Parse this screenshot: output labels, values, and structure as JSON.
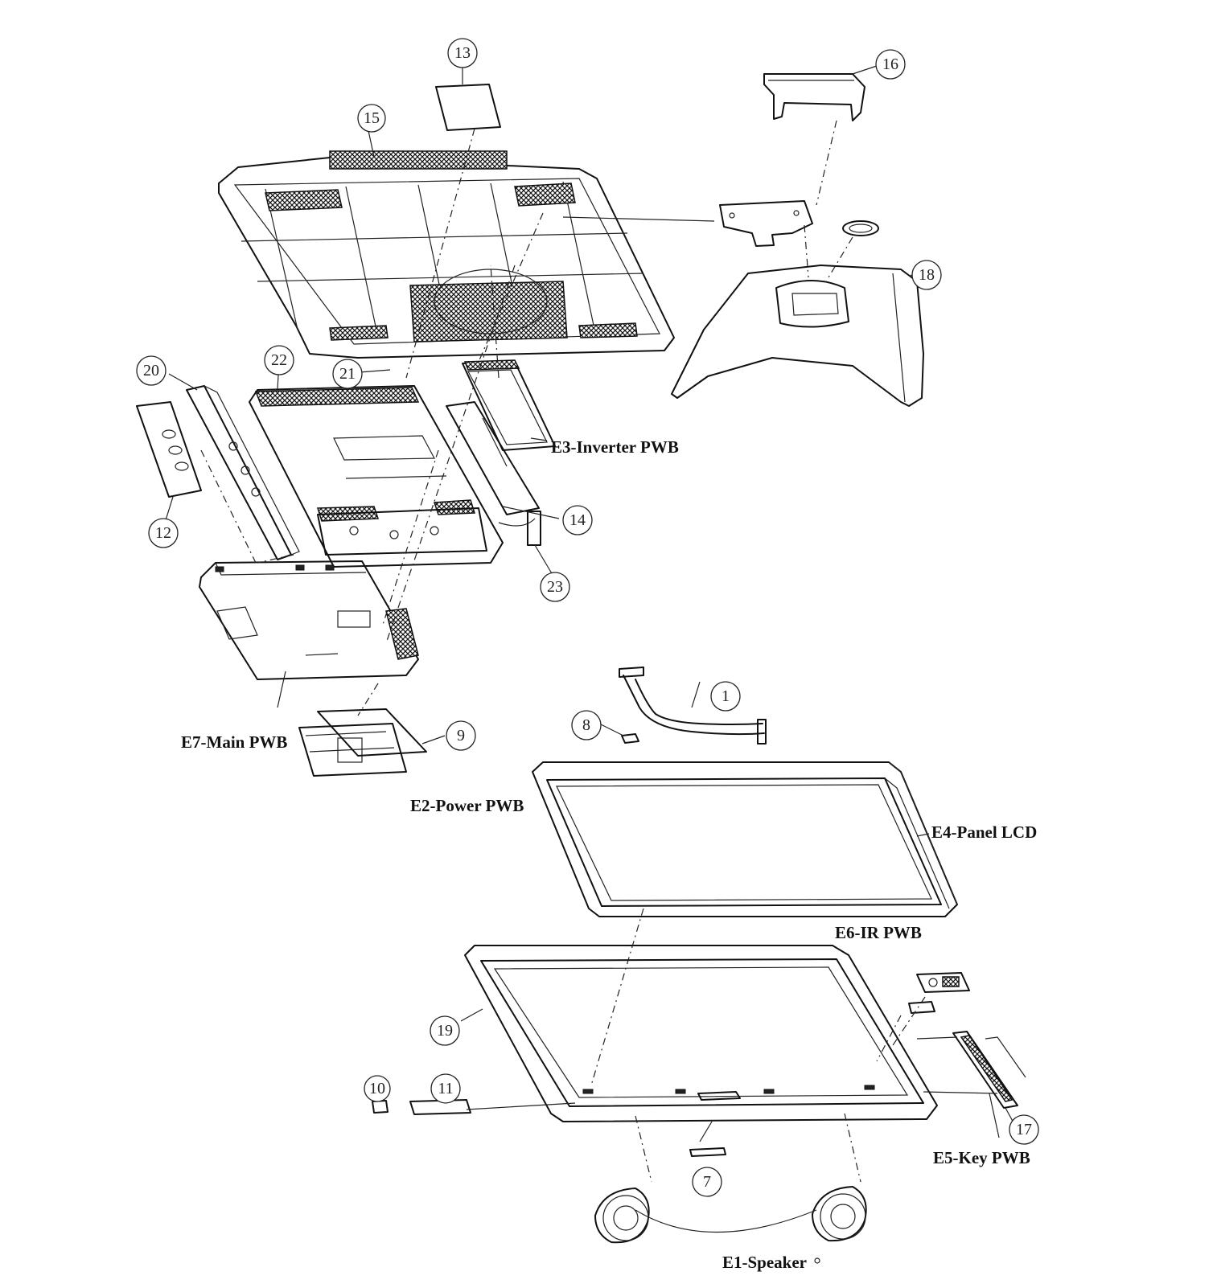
{
  "callouts": [
    {
      "num": "13"
    },
    {
      "num": "15"
    },
    {
      "num": "16"
    },
    {
      "num": "18"
    },
    {
      "num": "20"
    },
    {
      "num": "22"
    },
    {
      "num": "21"
    },
    {
      "num": "12"
    },
    {
      "num": "14"
    },
    {
      "num": "23"
    },
    {
      "num": "1"
    },
    {
      "num": "8"
    },
    {
      "num": "9"
    },
    {
      "num": "19"
    },
    {
      "num": "10"
    },
    {
      "num": "11"
    },
    {
      "num": "7"
    },
    {
      "num": "17"
    }
  ],
  "labels": {
    "inverter": "E3-Inverter PWB",
    "main": "E7-Main PWB",
    "power": "E2-Power PWB",
    "panel": "E4-Panel LCD",
    "ir": "E6-IR PWB",
    "key": "E5-Key PWB",
    "speaker": "E1-Speaker"
  }
}
